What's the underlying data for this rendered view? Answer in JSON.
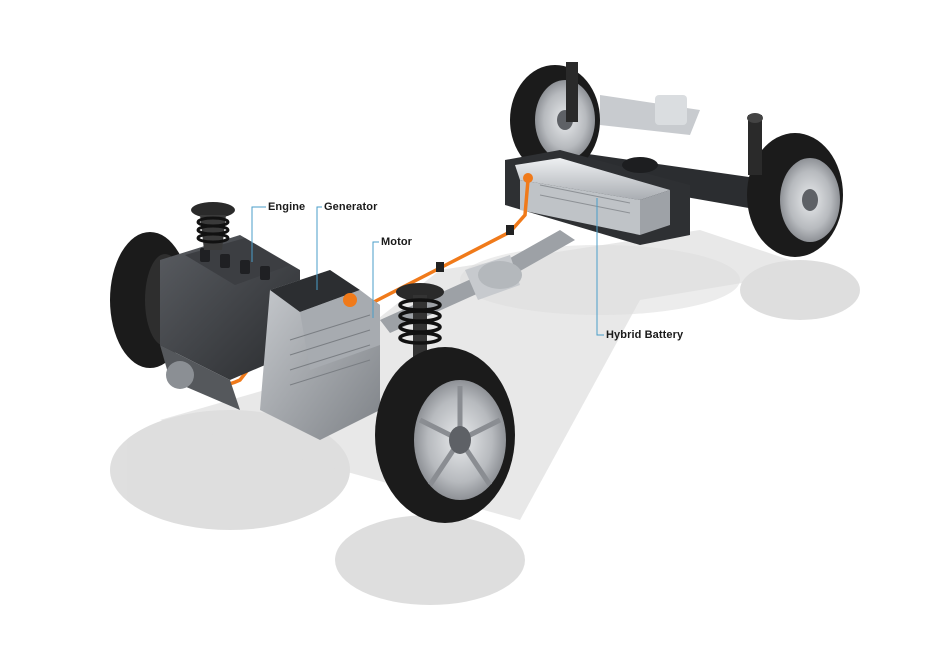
{
  "callouts": {
    "engine": "Engine",
    "generator": "Generator",
    "motor": "Motor",
    "hybrid_battery": "Hybrid Battery"
  },
  "colors": {
    "callout_line": "#4a9ec9",
    "orange_cable": "#f07a1a",
    "tire": "#1b1b1b",
    "rim": "#b9bcc0",
    "metal": "#9a9ea3",
    "battery": "#d9dcdf",
    "shadow": "#d6d6d6"
  }
}
